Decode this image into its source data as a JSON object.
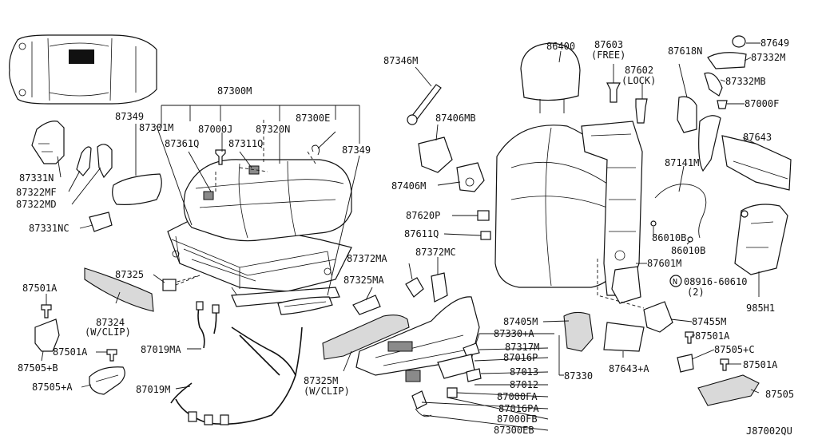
{
  "labels": {
    "p87300M": "87300M",
    "p87349a": "87349",
    "p87301M": "87301M",
    "p87000J": "87000J",
    "p87320N": "87320N",
    "p87300E": "87300E",
    "p87361Q": "87361Q",
    "p87311Q": "87311Q",
    "p87349b": "87349",
    "p87331N": "87331N",
    "p87322MF": "87322MF",
    "p87322MD": "87322MD",
    "p87331NC": "87331NC",
    "p87325": "87325",
    "p87501Aa": "87501A",
    "p87324": "87324",
    "p87324note": "(W/CLIP)",
    "p87501Ab": "87501A",
    "p87505B": "87505+B",
    "p87019MA": "87019MA",
    "p87505A": "87505+A",
    "p87019M": "87019M",
    "p87346M": "87346M",
    "p87406MB": "87406MB",
    "p87406M": "87406M",
    "p87620P": "87620P",
    "p87611Q": "87611Q",
    "p87372MA": "87372MA",
    "p87372MC": "87372MC",
    "p87325MA": "87325MA",
    "p87325M": "87325M",
    "p87325Mnote": "(W/CLIP)",
    "p86400": "86400",
    "p87603": "87603",
    "p87603note": "(FREE)",
    "p87602": "87602",
    "p87602note": "(LOCK)",
    "p87618N": "87618N",
    "p87649": "87649",
    "p87332M": "87332M",
    "p87332MB": "87332MB",
    "p87000F": "87000F",
    "p87643": "87643",
    "p87141M": "87141M",
    "p86010Ba": "86010B",
    "p86010Bb": "86010B",
    "p87601M": "87601M",
    "p08916": "08916-60610",
    "p08916qty": "(2)",
    "p985H1": "985H1",
    "p87455M": "87455M",
    "p87501Ac": "87501A",
    "p87505C": "87505+C",
    "p87501Ad": "87501A",
    "p87505": "87505",
    "p87405M": "87405M",
    "p87330A": "87330+A",
    "p87317M": "87317M",
    "p87016P": "87016P",
    "p87013": "87013",
    "p87330": "87330",
    "p87012": "87012",
    "p87643A": "87643+A",
    "p87000FA": "87000FA",
    "p87016PA": "87016PA",
    "p87000FB": "87000FB",
    "p87300EB": "87300EB",
    "diagram_code": "J87002QU",
    "n_symbol": "N"
  }
}
